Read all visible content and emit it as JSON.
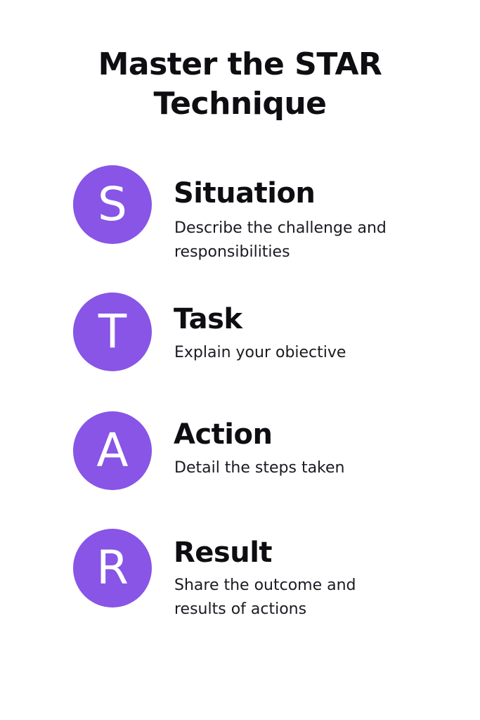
{
  "title": {
    "line1": "Master the STAR",
    "line2": "Technique"
  },
  "colors": {
    "badge": "#8855e6",
    "text": "#0d0d12"
  },
  "steps": [
    {
      "letter": "S",
      "heading": "Situation",
      "description": "Describe the challenge and responsibilities"
    },
    {
      "letter": "T",
      "heading": "Task",
      "description": "Explain your obiective"
    },
    {
      "letter": "A",
      "heading": "Action",
      "description": "Detail the steps taken"
    },
    {
      "letter": "R",
      "heading": "Result",
      "description": "Share the outcome and results of actions"
    }
  ]
}
